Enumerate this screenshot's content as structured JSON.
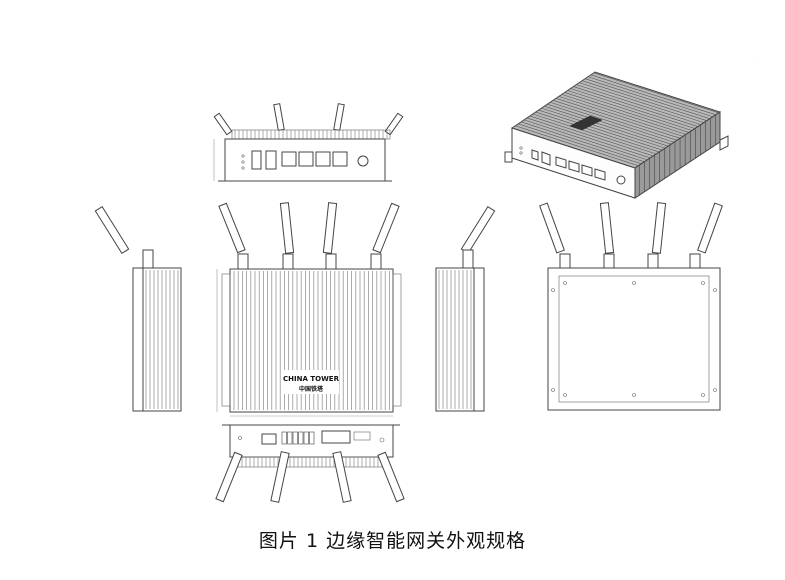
{
  "figure": {
    "caption": "图片 1 边缘智能网关外观规格",
    "logo_line1": "CHINA TOWER",
    "logo_line2": "中国铁塔"
  }
}
